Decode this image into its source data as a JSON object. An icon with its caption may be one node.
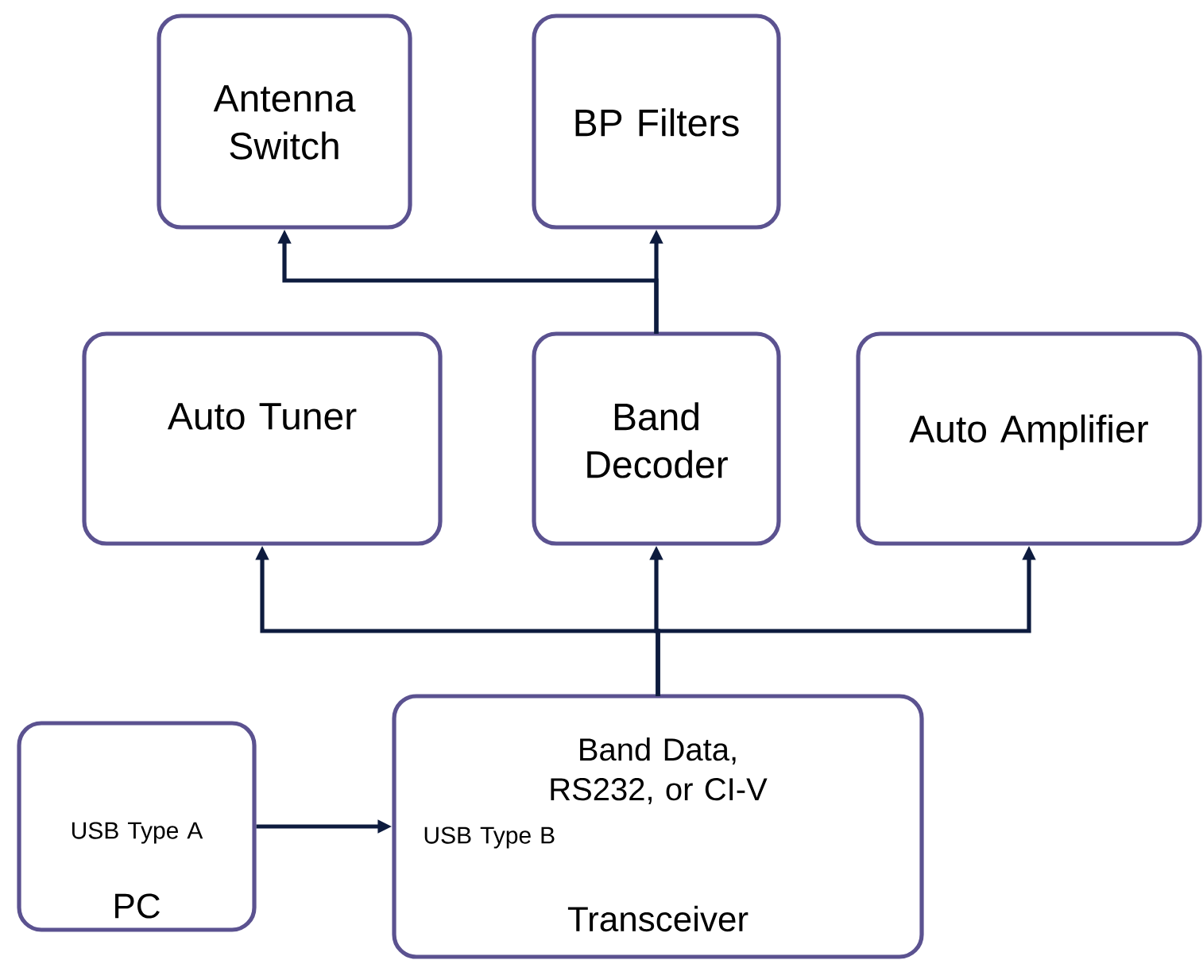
{
  "diagram": {
    "nodes": [
      {
        "text": [
          "Antenna Switch"
        ]
      },
      {
        "text": [
          "BP Filters"
        ]
      },
      {
        "text": [
          "Auto Tuner"
        ]
      },
      {
        "text": [
          "Band Decoder"
        ]
      },
      {
        "text": [
          "Auto Amplifier"
        ]
      },
      {
        "text": [
          "Band Data, RS232, or CI-V",
          "USB Type B",
          "Transceiver"
        ]
      },
      {
        "text": [
          "USB Type A",
          "PC"
        ]
      }
    ],
    "edges": [
      {
        "from": 3,
        "to": 0,
        "arrow": "to"
      },
      {
        "from": 3,
        "to": 1,
        "arrow": "to"
      },
      {
        "from": 5,
        "to": 2,
        "arrow": "to"
      },
      {
        "from": 5,
        "to": 3,
        "arrow": "to"
      },
      {
        "from": 5,
        "to": 4,
        "arrow": "to"
      },
      {
        "from": 6,
        "to": 5,
        "arrow": "to"
      }
    ]
  }
}
